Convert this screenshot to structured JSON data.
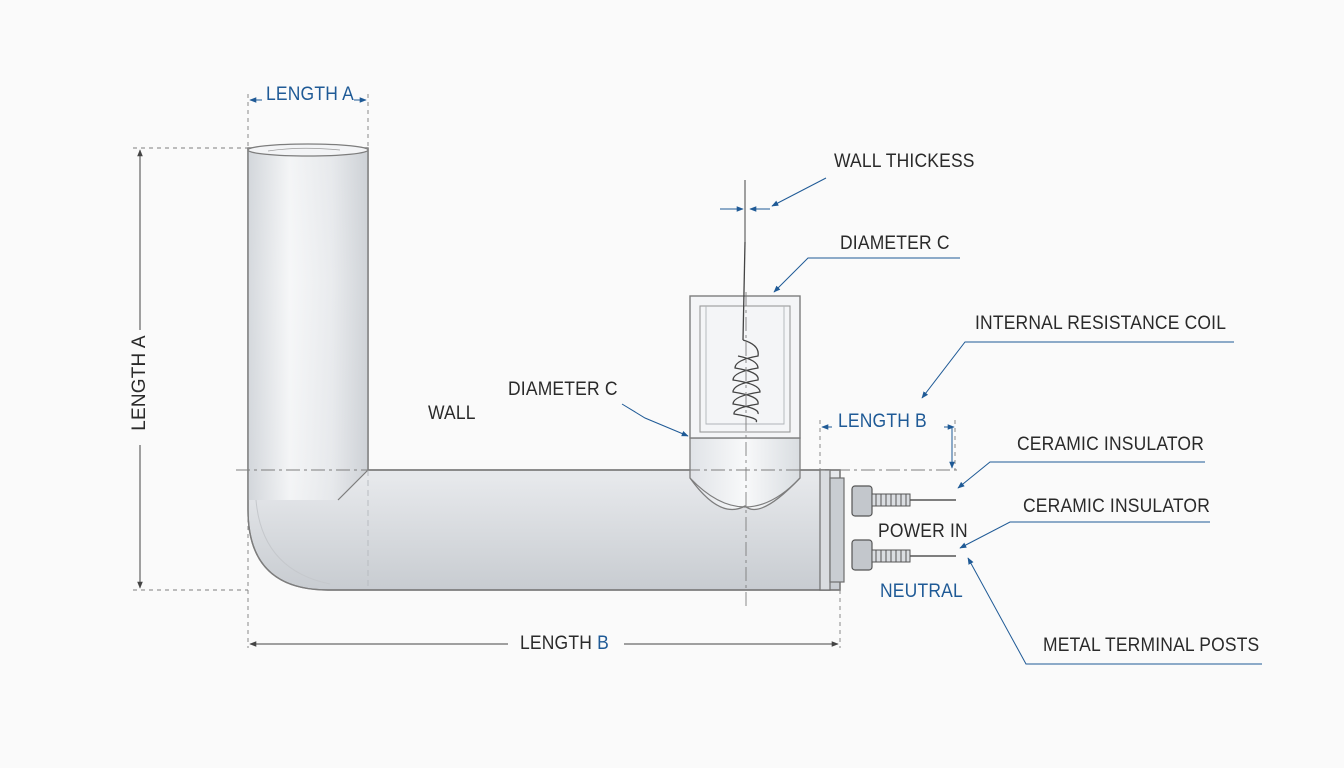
{
  "labels": {
    "length_a_top": "LENGTH A",
    "length_a_side": "LENGTH A",
    "length_b_bottom_prefix": "LENGTH",
    "length_b_bottom_suffix": "B",
    "length_b_right": "LENGTH B",
    "wall_thickness": "WALL THICKESS",
    "diameter_c_top": "DIAMETER C",
    "diameter_c_mid": "DIAMETER C",
    "wall": "WALL",
    "internal_resistance_coil": "INTERNAL RESISTANCE COIL",
    "ceramic_insulator_1": "CERAMIC INSULATOR",
    "ceramic_insulator_2": "CERAMIC INSULATOR",
    "power_in": "POWER IN",
    "neutral": "NEUTRAL",
    "metal_terminal_posts": "METAL TERMINAL POSTS"
  },
  "colors": {
    "dimension_blue": "#1f5a96",
    "outline": "#7d7d7d",
    "pipe_fill": "#e9ebee"
  }
}
